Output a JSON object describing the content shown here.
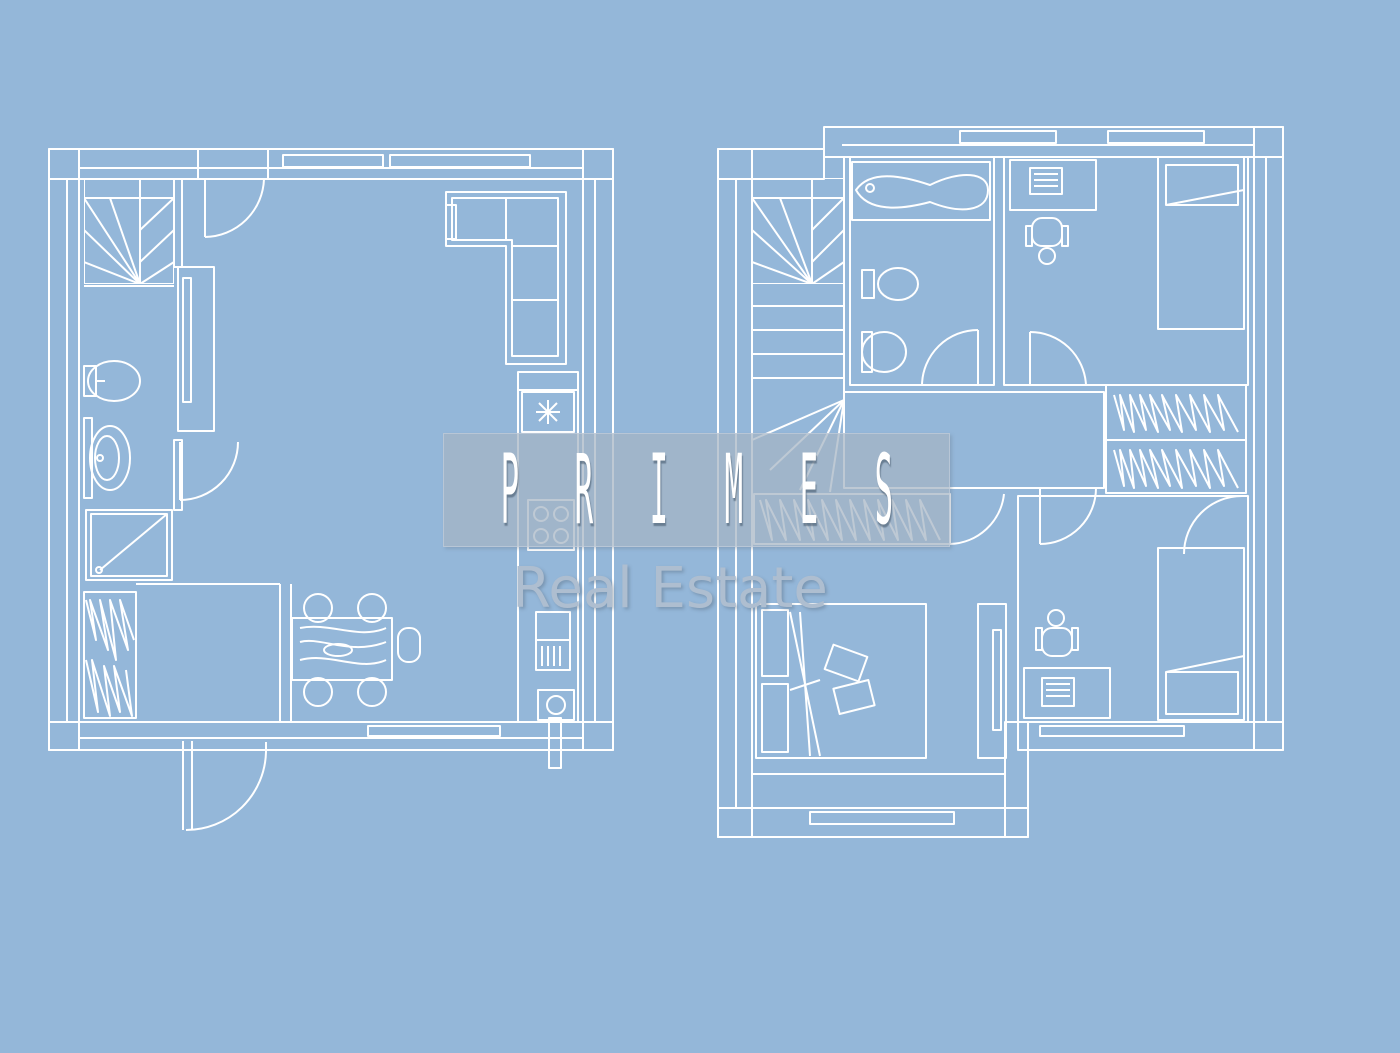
{
  "watermark": {
    "letters": [
      "P",
      "R",
      "I",
      "M",
      "E",
      "S"
    ],
    "subtitle": "Real Estate"
  },
  "colors": {
    "background": "#94b7d9",
    "lines": "#ffffff",
    "watermark_box": "#a5b4c4",
    "subtitle": "#aebed0"
  },
  "floors": [
    "ground-floor-plan",
    "upper-floor-plan"
  ]
}
